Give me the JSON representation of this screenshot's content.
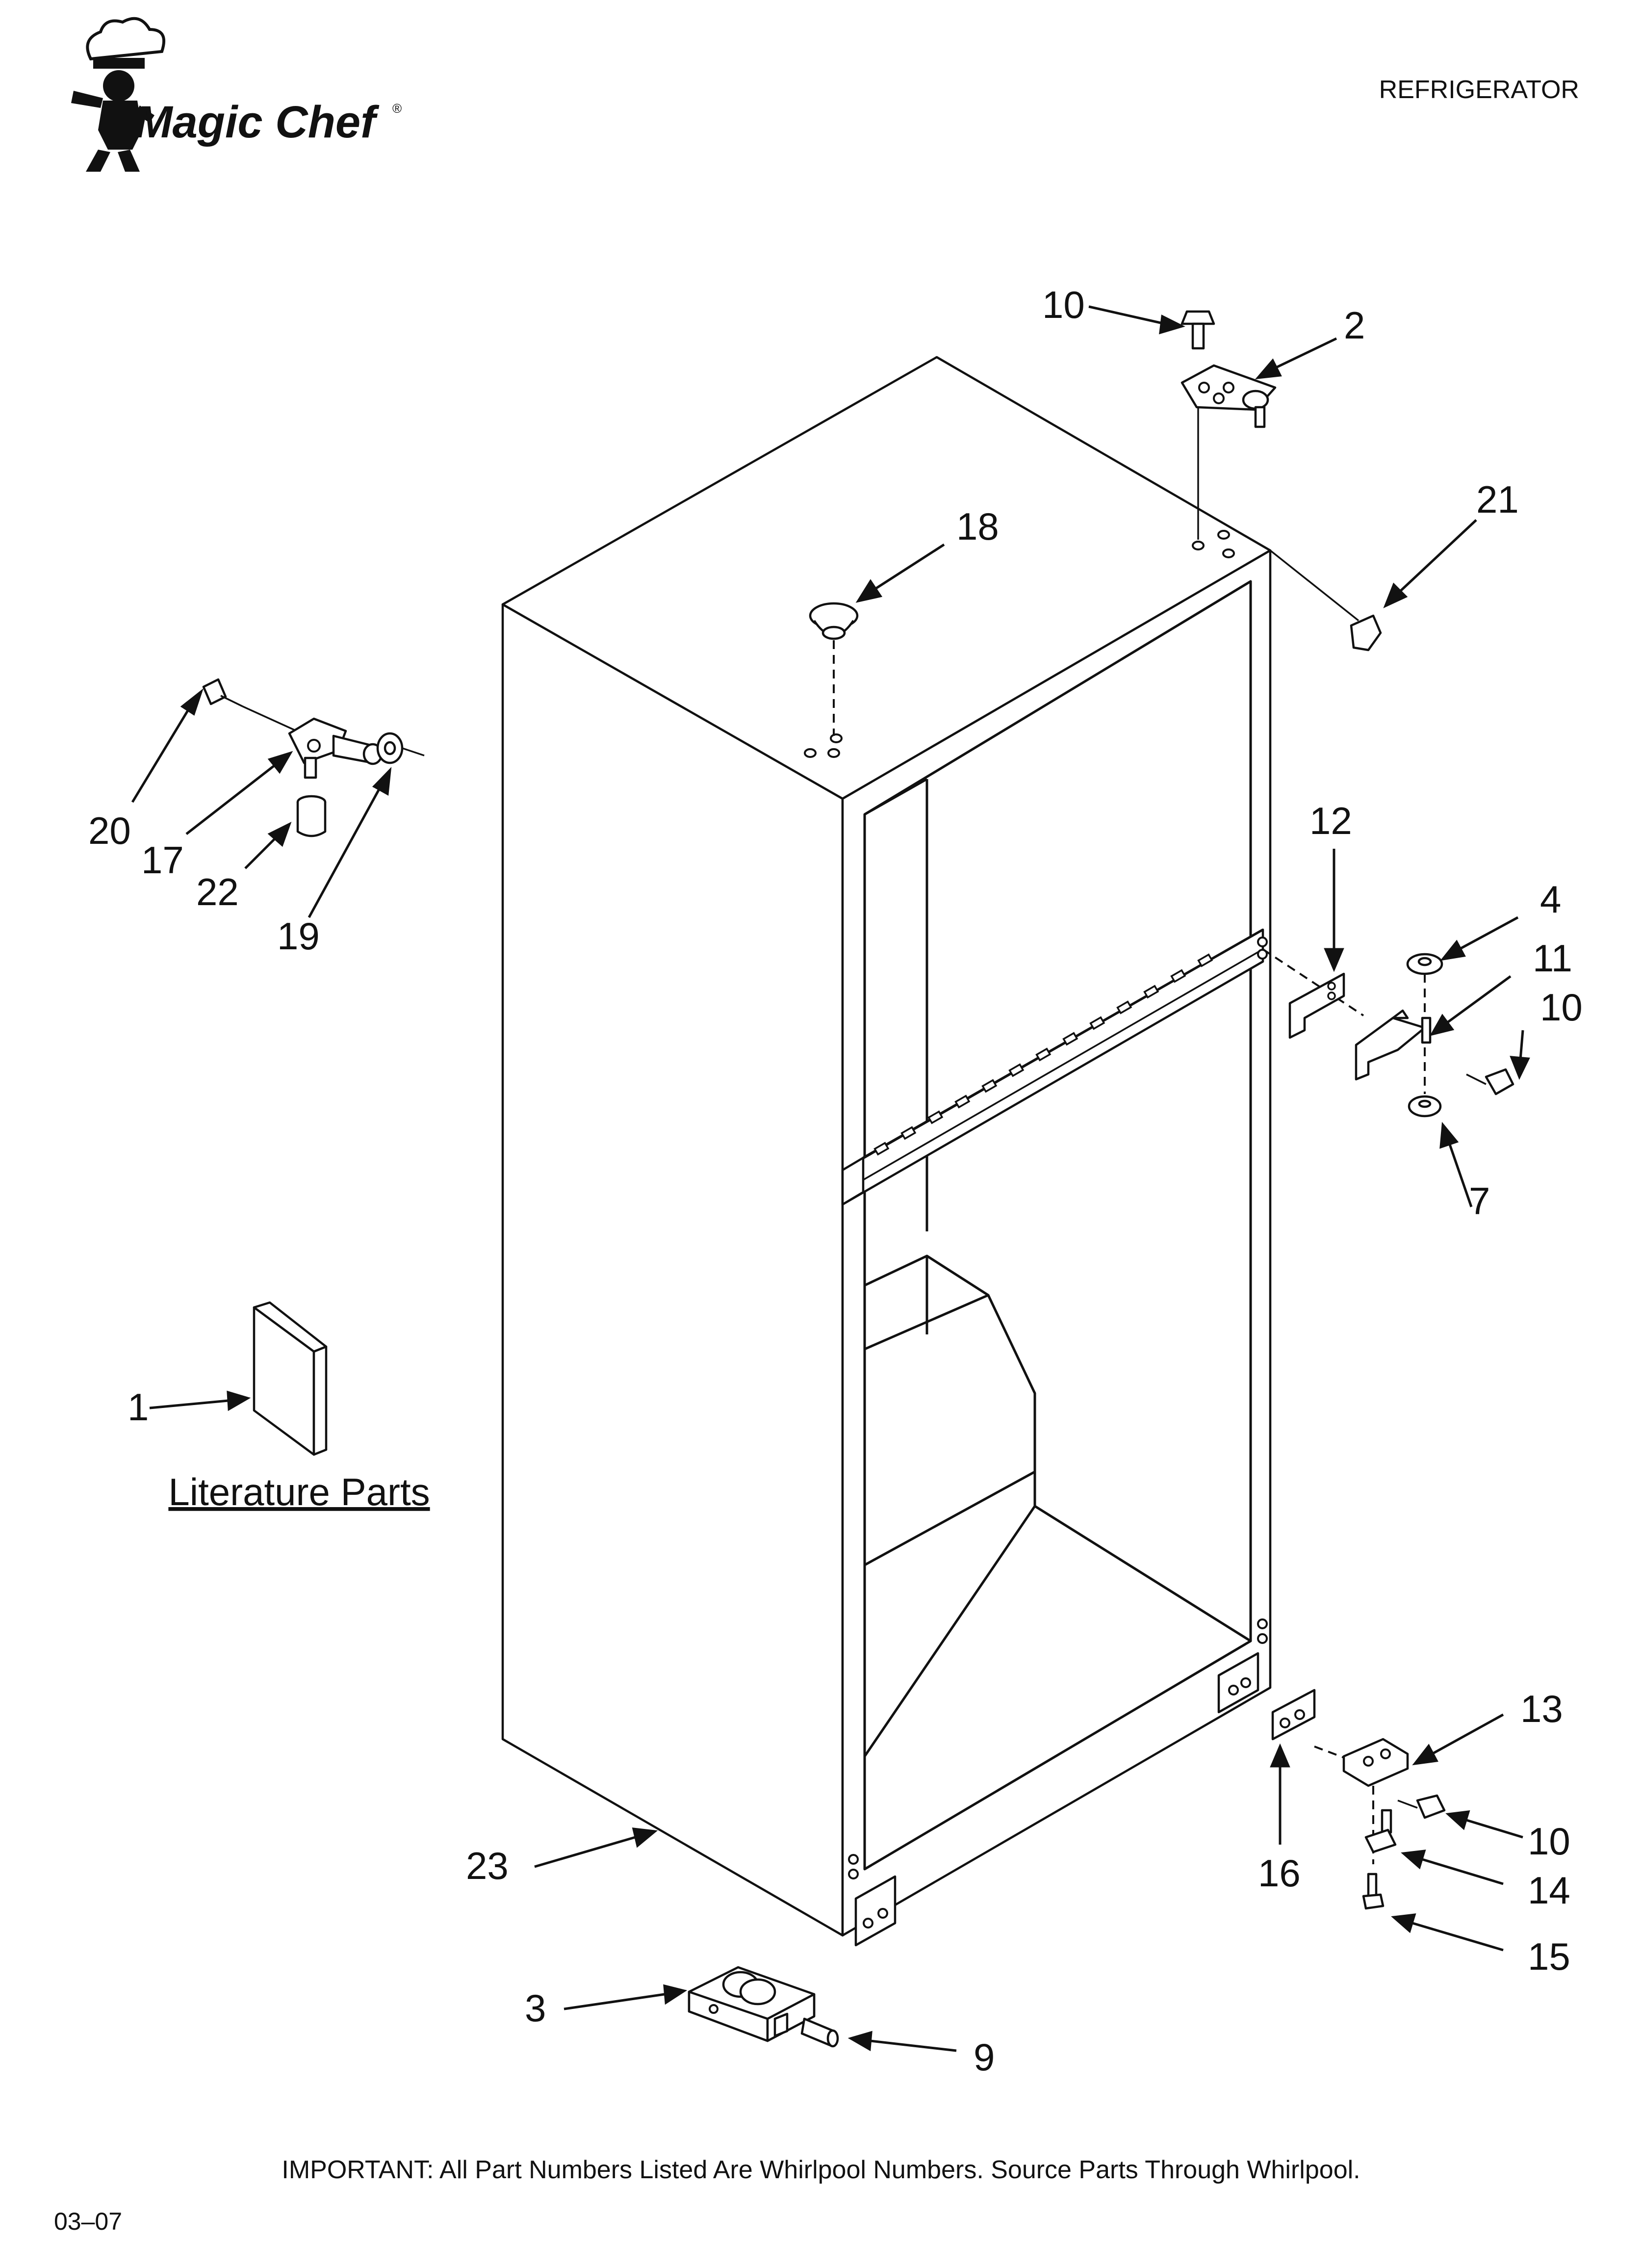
{
  "header": {
    "brand": "Magic Chef",
    "brand_mark": "®",
    "title": "REFRIGERATOR"
  },
  "labels": {
    "p1": "1",
    "p2": "2",
    "p3": "3",
    "p4": "4",
    "p7": "7",
    "p9": "9",
    "p10a": "10",
    "p10b": "10",
    "p10c": "10",
    "p11": "11",
    "p12": "12",
    "p13": "13",
    "p14": "14",
    "p15": "15",
    "p16": "16",
    "p17": "17",
    "p18": "18",
    "p19": "19",
    "p20": "20",
    "p21": "21",
    "p22": "22",
    "p23": "23"
  },
  "literature": "Literature Parts",
  "footer": {
    "note": "IMPORTANT: All Part Numbers Listed Are Whirlpool Numbers. Source Parts Through Whirlpool.",
    "date": "03–07"
  }
}
